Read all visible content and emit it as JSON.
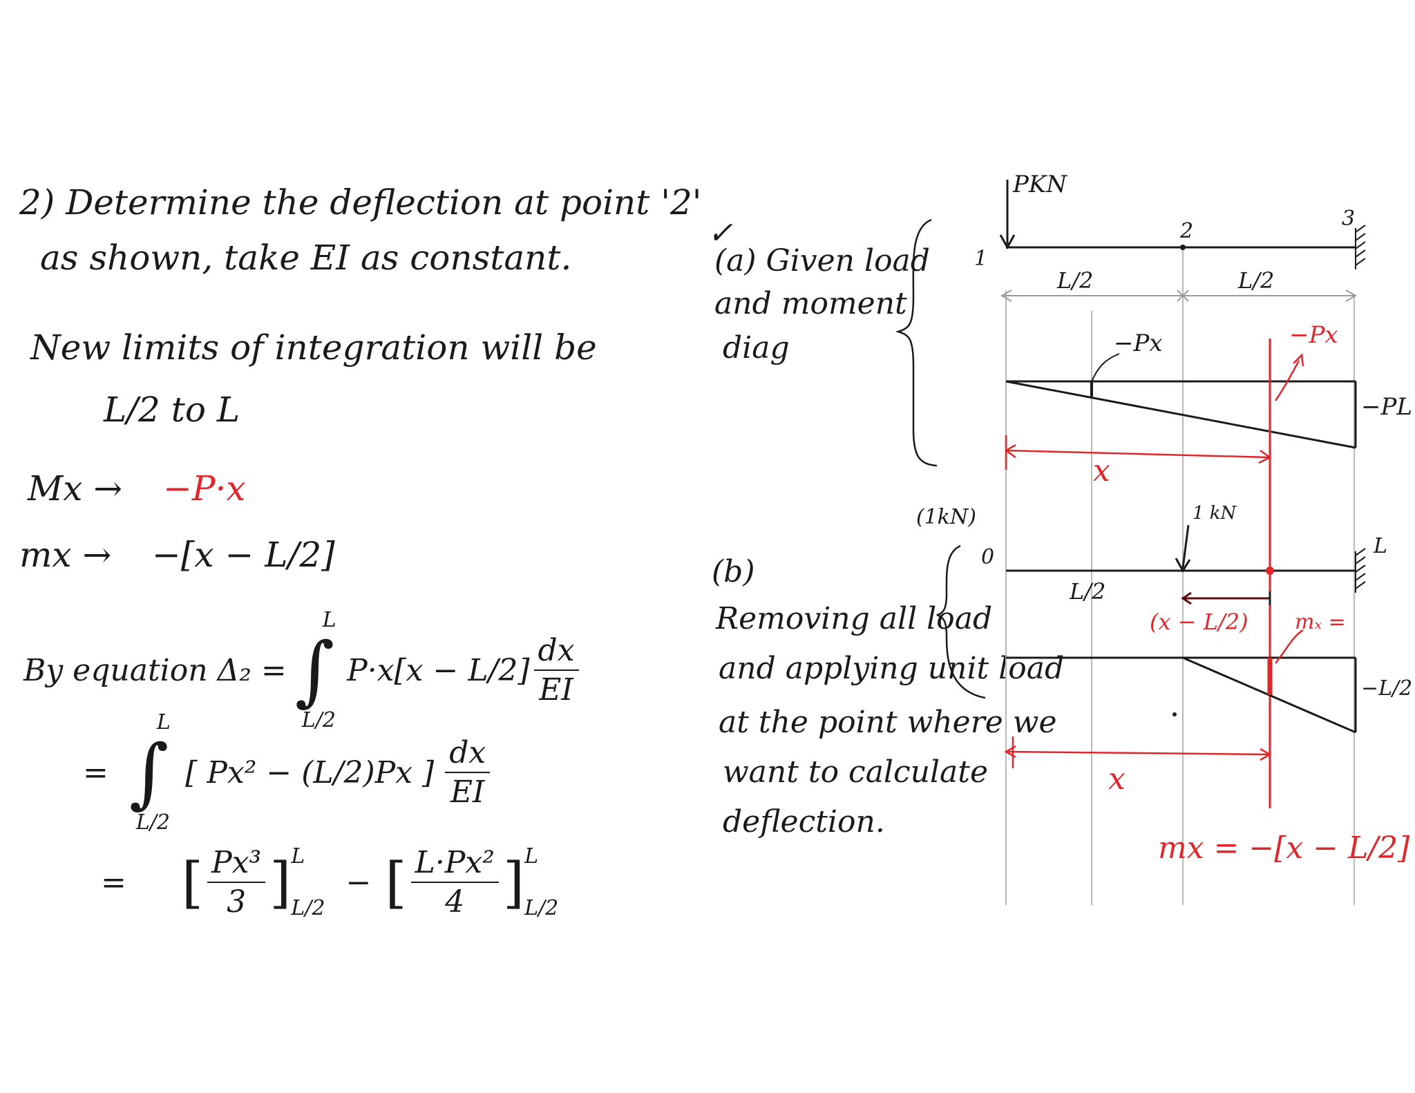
{
  "question": {
    "line1": "2) Determine the deflection at point '2'",
    "line2": "as shown, take EI as constant."
  },
  "limits": {
    "line1": "New limits of integration will be",
    "line2": "L/2 to L"
  },
  "moments": {
    "Mx_label": "Mx →",
    "Mx_value": "−P·x",
    "mx_label": "mx →",
    "mx_value": "−[x − L/2]"
  },
  "equation": {
    "prefix": "By equation  Δ₂ =",
    "upper": "L",
    "lower": "L/2",
    "integrand": "P·x[x − L/2]",
    "diff_num": "dx",
    "diff_den": "EI",
    "line2_eq": "=",
    "line2_integrand": "[ Px² − (L/2)Px ]",
    "line2_upper": "L",
    "line2_lower": "L/2",
    "line3_eq": "=",
    "term1_num": "Px³",
    "term1_den": "3",
    "term_minus": "−",
    "term2_num": "L·Px²",
    "term2_den": "4",
    "limit_upper": "L",
    "limit_lower": "L/2"
  },
  "part_a": {
    "check": "✓",
    "line1": "(a) Given load",
    "line2": "and moment",
    "line3": "diag"
  },
  "part_b": {
    "label": "(b)",
    "line1": "Removing all load",
    "line2": "and applying unit load",
    "line3": "at the point where we",
    "line4": "want to calculate",
    "line5": "deflection."
  },
  "diagram_a": {
    "load": "PKN",
    "node1": "1",
    "node2": "2",
    "node3": "3",
    "span1": "L/2",
    "span2": "L/2",
    "moment_left": "−Px",
    "moment_right": "−Px",
    "moment_end": "−PL",
    "x_label": "x"
  },
  "diagram_b": {
    "unit_load_note": "(1kN)",
    "unit_load": "1 kN",
    "node0": "0",
    "nodeL": "L",
    "span": "L/2",
    "offset": "(x − L/2)",
    "mx_arrow": "mₓ =",
    "moment_end": "−L/2",
    "x_label": "x",
    "mx_formula": "mx = −[x − L/2]"
  },
  "colors": {
    "ink": "#1a1a1a",
    "red": "#e0262b",
    "grey": "#9a9a9a"
  }
}
